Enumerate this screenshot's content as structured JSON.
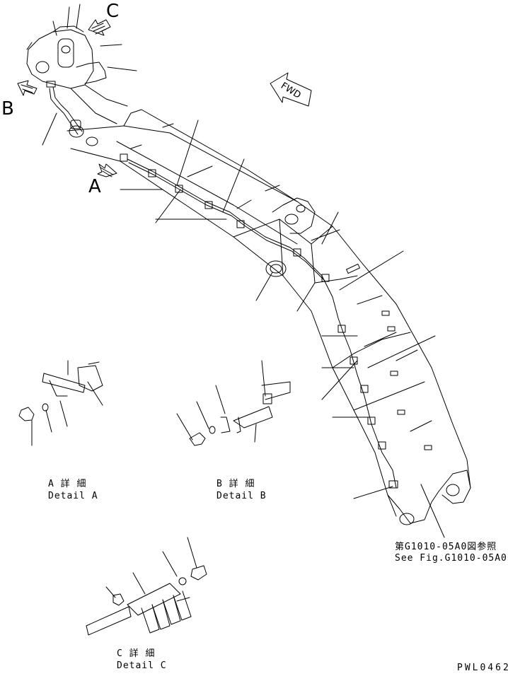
{
  "view_letters": {
    "a": "A",
    "b": "B",
    "c": "C"
  },
  "fwd_label": "FWD",
  "details": {
    "a": {
      "ja": "A 詳 細",
      "en": "Detail A"
    },
    "b": {
      "ja": "B 詳 細",
      "en": "Detail B"
    },
    "c": {
      "ja": "C 詳 細",
      "en": "Detail C"
    }
  },
  "reference": {
    "ja": "第G1010-05A0図参照",
    "en": "See Fig.G1010-05A0"
  },
  "drawing_code": "PWL0462"
}
